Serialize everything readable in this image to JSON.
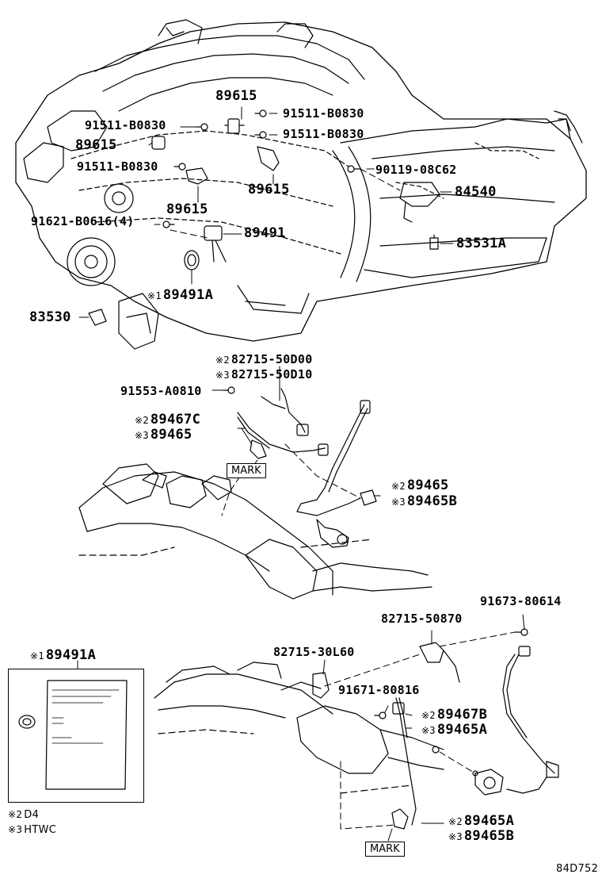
{
  "marks": {
    "m1": "※1",
    "m2": "※2",
    "m3": "※3"
  },
  "labels": {
    "p89615_top": "89615",
    "p91511_a": "91511-B0830",
    "p91511_b": "91511-B0830",
    "p91511_c": "91511-B0830",
    "p91511_d": "91511-B0830",
    "p89615_l": "89615",
    "p89615_m": "89615",
    "p89615_b": "89615",
    "p90119": "90119-08C62",
    "p84540": "84540",
    "p91621": "91621-B0616(4)",
    "p89491": "89491",
    "p83531A": "83531A",
    "p89491A": "89491A",
    "p83530": "83530",
    "p82715_50D00": "82715-50D00",
    "p82715_50D10": "82715-50D10",
    "p91553": "91553-A0810",
    "p89467C": "89467C",
    "p89465_l": "89465",
    "p89465_r": "89465",
    "p89465B_r": "89465B",
    "p91673": "91673-80614",
    "p82715_50870": "82715-50870",
    "p82715_30L60": "82715-30L60",
    "p91671": "91671-80816",
    "p89467B": "89467B",
    "p89465A_a": "89465A",
    "p89465A_b": "89465A",
    "p89465B_b": "89465B",
    "p89491A_box": "89491A"
  },
  "mark_labels": {
    "mark1": "MARK",
    "mark2": "MARK"
  },
  "legend": {
    "l2": "D4",
    "l3": "HTWC"
  },
  "figure_code": "84D752"
}
